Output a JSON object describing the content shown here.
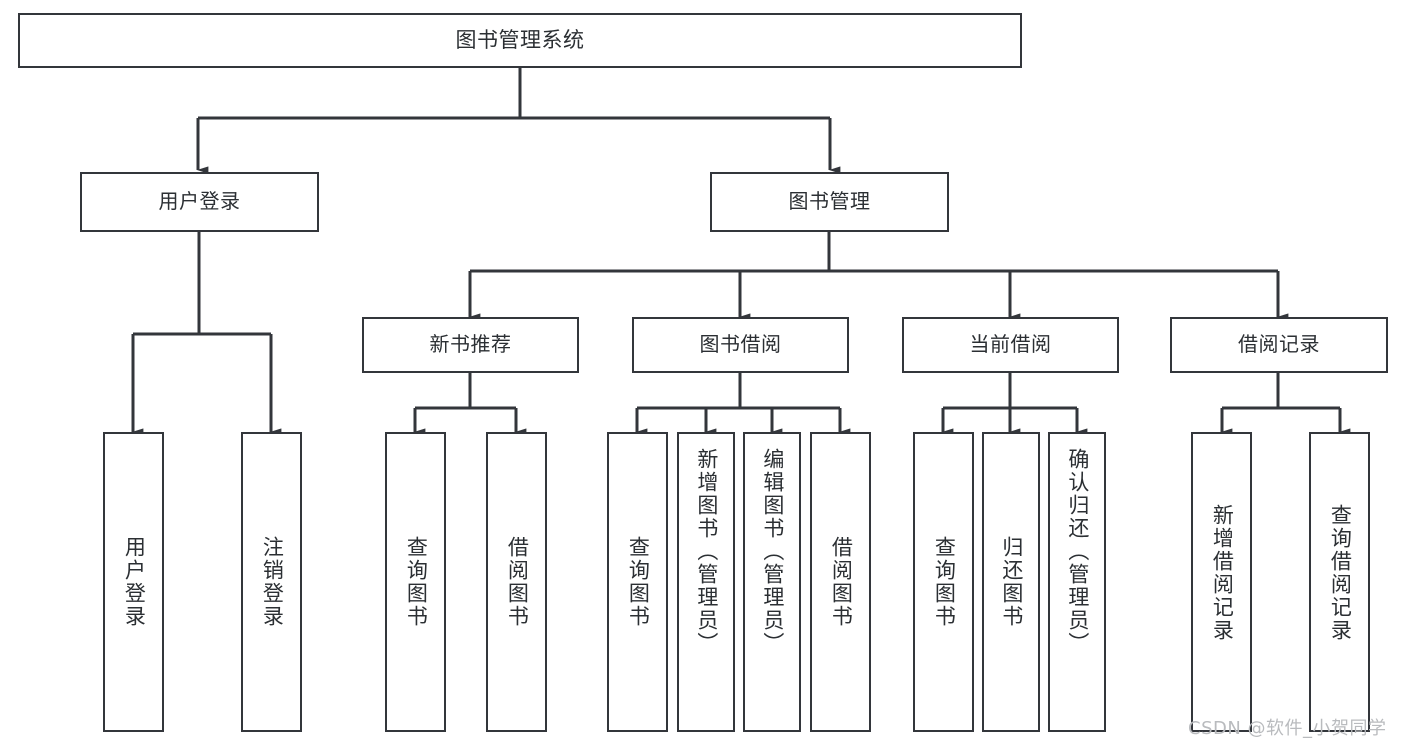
{
  "diagram": {
    "type": "tree-hierarchy",
    "title": "图书管理系统",
    "watermark": "CSDN @软件_小贺同学",
    "colors": {
      "stroke": "#33363b",
      "fill": "#ffffff",
      "text": "#2b2f33",
      "watermark": "#b9bbbe"
    },
    "levels": [
      {
        "level": 1,
        "nodes": [
          {
            "id": "root",
            "label": "图书管理系统",
            "orientation": "horizontal"
          }
        ]
      },
      {
        "level": 2,
        "nodes": [
          {
            "id": "user-login",
            "label": "用户登录",
            "orientation": "horizontal",
            "parent": "root"
          },
          {
            "id": "book-manage",
            "label": "图书管理",
            "orientation": "horizontal",
            "parent": "root"
          }
        ]
      },
      {
        "level": 3,
        "nodes": [
          {
            "id": "new-book-rec",
            "label": "新书推荐",
            "orientation": "horizontal",
            "parent": "book-manage"
          },
          {
            "id": "book-borrow",
            "label": "图书借阅",
            "orientation": "horizontal",
            "parent": "book-manage"
          },
          {
            "id": "current-borrow",
            "label": "当前借阅",
            "orientation": "horizontal",
            "parent": "book-manage"
          },
          {
            "id": "borrow-record",
            "label": "借阅记录",
            "orientation": "horizontal",
            "parent": "book-manage"
          }
        ]
      },
      {
        "level": 4,
        "nodes": [
          {
            "id": "leaf-user-login",
            "label": "用户登录",
            "orientation": "vertical",
            "parent": "user-login"
          },
          {
            "id": "leaf-logout-login",
            "label": "注销登录",
            "orientation": "vertical",
            "parent": "user-login"
          },
          {
            "id": "leaf-query-book-1",
            "label": "查询图书",
            "orientation": "vertical",
            "parent": "new-book-rec"
          },
          {
            "id": "leaf-borrow-book-1",
            "label": "借阅图书",
            "orientation": "vertical",
            "parent": "new-book-rec"
          },
          {
            "id": "leaf-query-book-2",
            "label": "查询图书",
            "orientation": "vertical",
            "parent": "book-borrow"
          },
          {
            "id": "leaf-add-book",
            "label": "新增图书（管理员）",
            "orientation": "vertical",
            "parent": "book-borrow"
          },
          {
            "id": "leaf-edit-book",
            "label": "编辑图书（管理员）",
            "orientation": "vertical",
            "parent": "book-borrow"
          },
          {
            "id": "leaf-borrow-book-2",
            "label": "借阅图书",
            "orientation": "vertical",
            "parent": "book-borrow"
          },
          {
            "id": "leaf-query-book-3",
            "label": "查询图书",
            "orientation": "vertical",
            "parent": "current-borrow"
          },
          {
            "id": "leaf-return-book",
            "label": "归还图书",
            "orientation": "vertical",
            "parent": "current-borrow"
          },
          {
            "id": "leaf-confirm-return",
            "label": "确认归还（管理员）",
            "orientation": "vertical",
            "parent": "current-borrow"
          },
          {
            "id": "leaf-add-record",
            "label": "新增借阅记录",
            "orientation": "vertical",
            "parent": "borrow-record"
          },
          {
            "id": "leaf-query-record",
            "label": "查询借阅记录",
            "orientation": "vertical",
            "parent": "borrow-record"
          }
        ]
      }
    ]
  }
}
